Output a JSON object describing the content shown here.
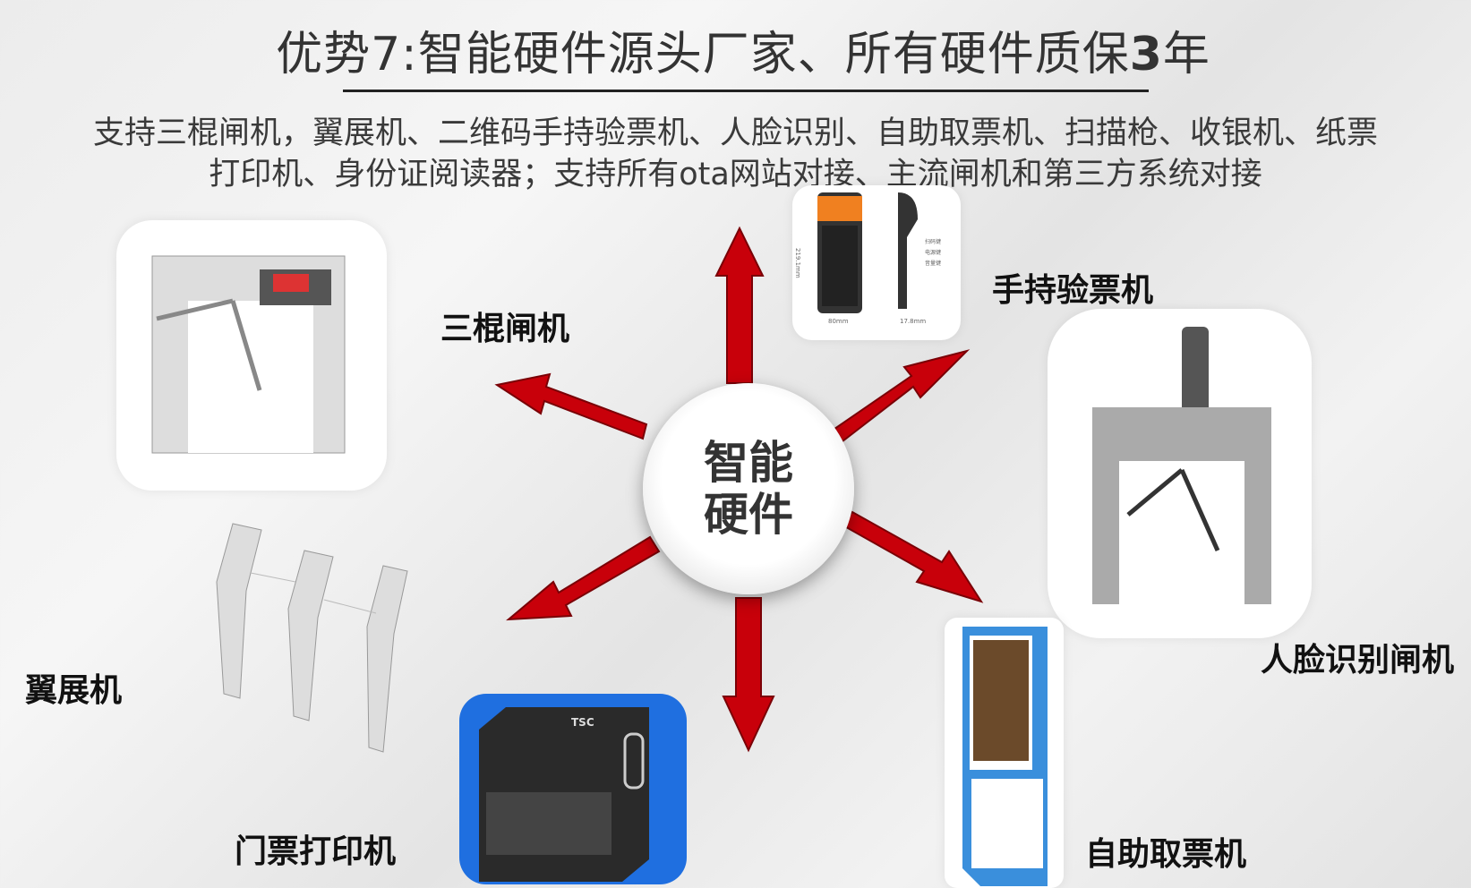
{
  "title": {
    "prefix": "优势7:智能硬件源头厂家、所有硬件质保",
    "bold": "3",
    "suffix": "年"
  },
  "subtitle": {
    "line1": "支持三棍闸机，翼展机、二维码手持验票机、人脸识别、自助取票机、扫描枪、收银机、纸票",
    "line2": "打印机、身份证阅读器；支持所有ota网站对接、主流闸机和第三方系统对接"
  },
  "center": {
    "line1": "智能",
    "line2": "硬件"
  },
  "labels": {
    "tripod": "三棍闸机",
    "handheld": "手持验票机",
    "face": "人脸识别闸机",
    "kiosk": "自助取票机",
    "printer": "门票打印机",
    "wing": "翼展机"
  },
  "handheld_specs": {
    "height": "219.1mm",
    "width": "80mm",
    "depth": "17.8mm",
    "key1": "扫码键",
    "key2": "电源键",
    "key3": "音量键"
  },
  "printer_brand": "TSC",
  "colors": {
    "arrow": "#c8000a",
    "printer_bg": "#1f6fe0"
  }
}
